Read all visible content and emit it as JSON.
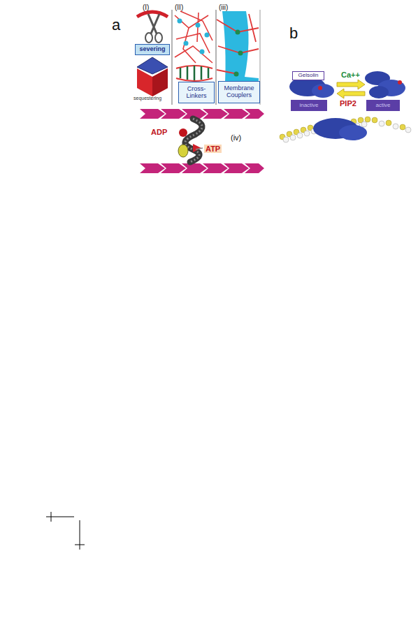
{
  "diagram": {
    "nodes": [
      {
        "text": [
          "severing"
        ]
      },
      {
        "text": [
          "Cross-Linkers"
        ]
      },
      {
        "text": [
          "Membrane Couplers"
        ]
      },
      {
        "text": [
          "Gelsolin"
        ]
      },
      {
        "text": [
          "inactive"
        ]
      },
      {
        "text": [
          "active"
        ]
      }
    ],
    "labels": [
      "a",
      "(I)",
      "(II)",
      "(iii)",
      "sequestering",
      "ADP",
      "ATP",
      "(iv)",
      "b",
      "Ca++",
      "PIP2"
    ]
  }
}
